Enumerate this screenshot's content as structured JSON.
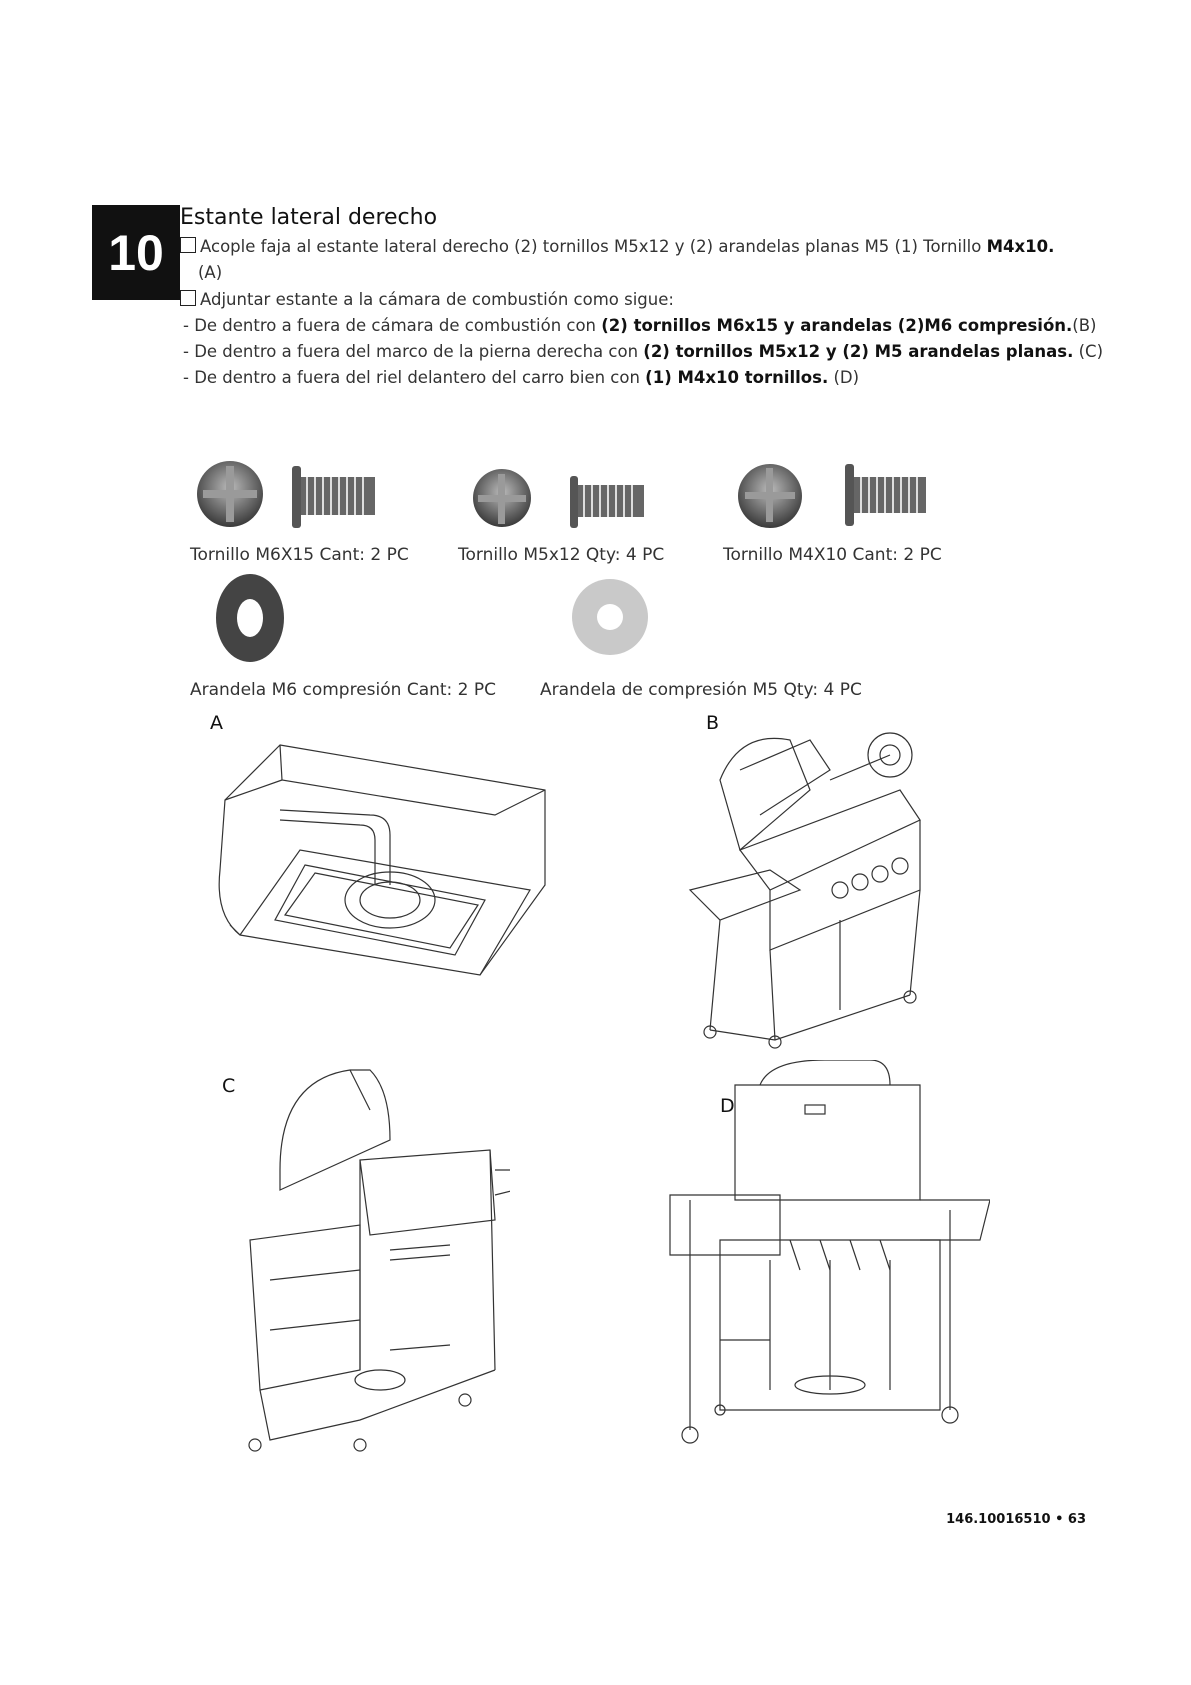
{
  "step": {
    "number": "10",
    "title": "Estante lateral derecho"
  },
  "instructions": {
    "line1": "Acople faja al estante lateral derecho (2) tornillos M5x12 y (2) arandelas  planas M5 (1) Tornillo ",
    "line1_bold": "M4x10.",
    "line1b": "(A)",
    "line2": "Adjuntar estante a la cámara de combustión como sigue:",
    "bullet1": "- De dentro a fuera de cámara de combustión con ",
    "bullet1_bold": "(2) tornillos M6x15 y arandelas (2)M6 compresión.",
    "bullet1_end": "(B)",
    "bullet2": "- De dentro a fuera del marco de la pierna derecha con ",
    "bullet2_bold": "(2) tornillos M5x12 y (2) M5 arandelas planas.",
    "bullet2_end": " (C)",
    "bullet3": "- De dentro a fuera del riel delantero del carro bien con ",
    "bullet3_bold": "(1) M4x10 tornillos.",
    "bullet3_end": " (D)"
  },
  "parts": {
    "screw_m6": "Tornillo M6X15 Cant: 2 PC",
    "screw_m5": "Tornillo M5x12 Qty: 4 PC",
    "screw_m4": "Tornillo M4X10 Cant: 2 PC",
    "washer_m6": "Arandela M6 compresión Cant: 2 PC",
    "washer_m5": "Arandela de compresión M5 Qty: 4 PC"
  },
  "figures": {
    "a": "A",
    "b": "B",
    "c": "C",
    "d": "D"
  },
  "footer": "146.10016510 • 63"
}
